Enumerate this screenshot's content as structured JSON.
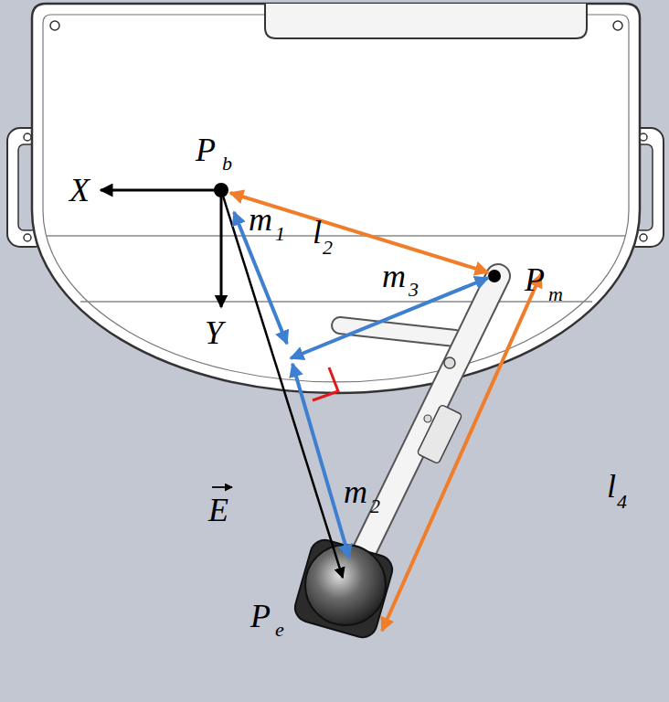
{
  "diagram": {
    "labels": [
      "P",
      "b",
      "X",
      "l",
      "2",
      "m",
      "1",
      "m",
      "3",
      "P",
      "m",
      "Y",
      "E",
      "m",
      "2",
      "l",
      "4",
      "P",
      "e"
    ]
  }
}
